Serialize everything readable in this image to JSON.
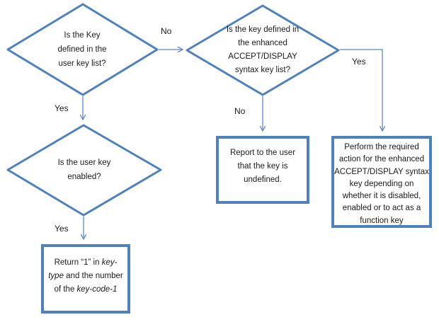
{
  "colors": {
    "shape_border": "#4f81bd",
    "connector": "#5d89c4",
    "text": "#1b1b1b"
  },
  "diamonds": {
    "user_key_list": {
      "text": "Is the Key\ndefined in the\nuser key list?"
    },
    "enhanced_syntax_list": {
      "text": "Is the key defined in\nthe enhanced\nACCEPT/DISPLAY\nsyntax key list?"
    },
    "user_key_enabled": {
      "text": "Is the user key\nenabled?"
    }
  },
  "processes": {
    "report_undefined": {
      "text": "Report to the user\nthat the key is\nundefined."
    },
    "perform_enhanced_action": {
      "text": "Perform the required\naction for the enhanced\nACCEPT/DISPLAY syntax\nkey depending on\nwhether it is disabled,\nenabled or to act as a\nfunction key"
    },
    "return_key_type": {
      "l1a": "Return “1” in ",
      "l1b": "key-",
      "l2a": "type",
      "l2b": " and the number",
      "l3a": "of the ",
      "l3b": "key-code-1"
    }
  },
  "edge_labels": {
    "no_to_enhanced": "No",
    "yes_to_enabled": "Yes",
    "no_to_report": "No",
    "yes_to_perform": "Yes",
    "yes_to_return": "Yes"
  }
}
